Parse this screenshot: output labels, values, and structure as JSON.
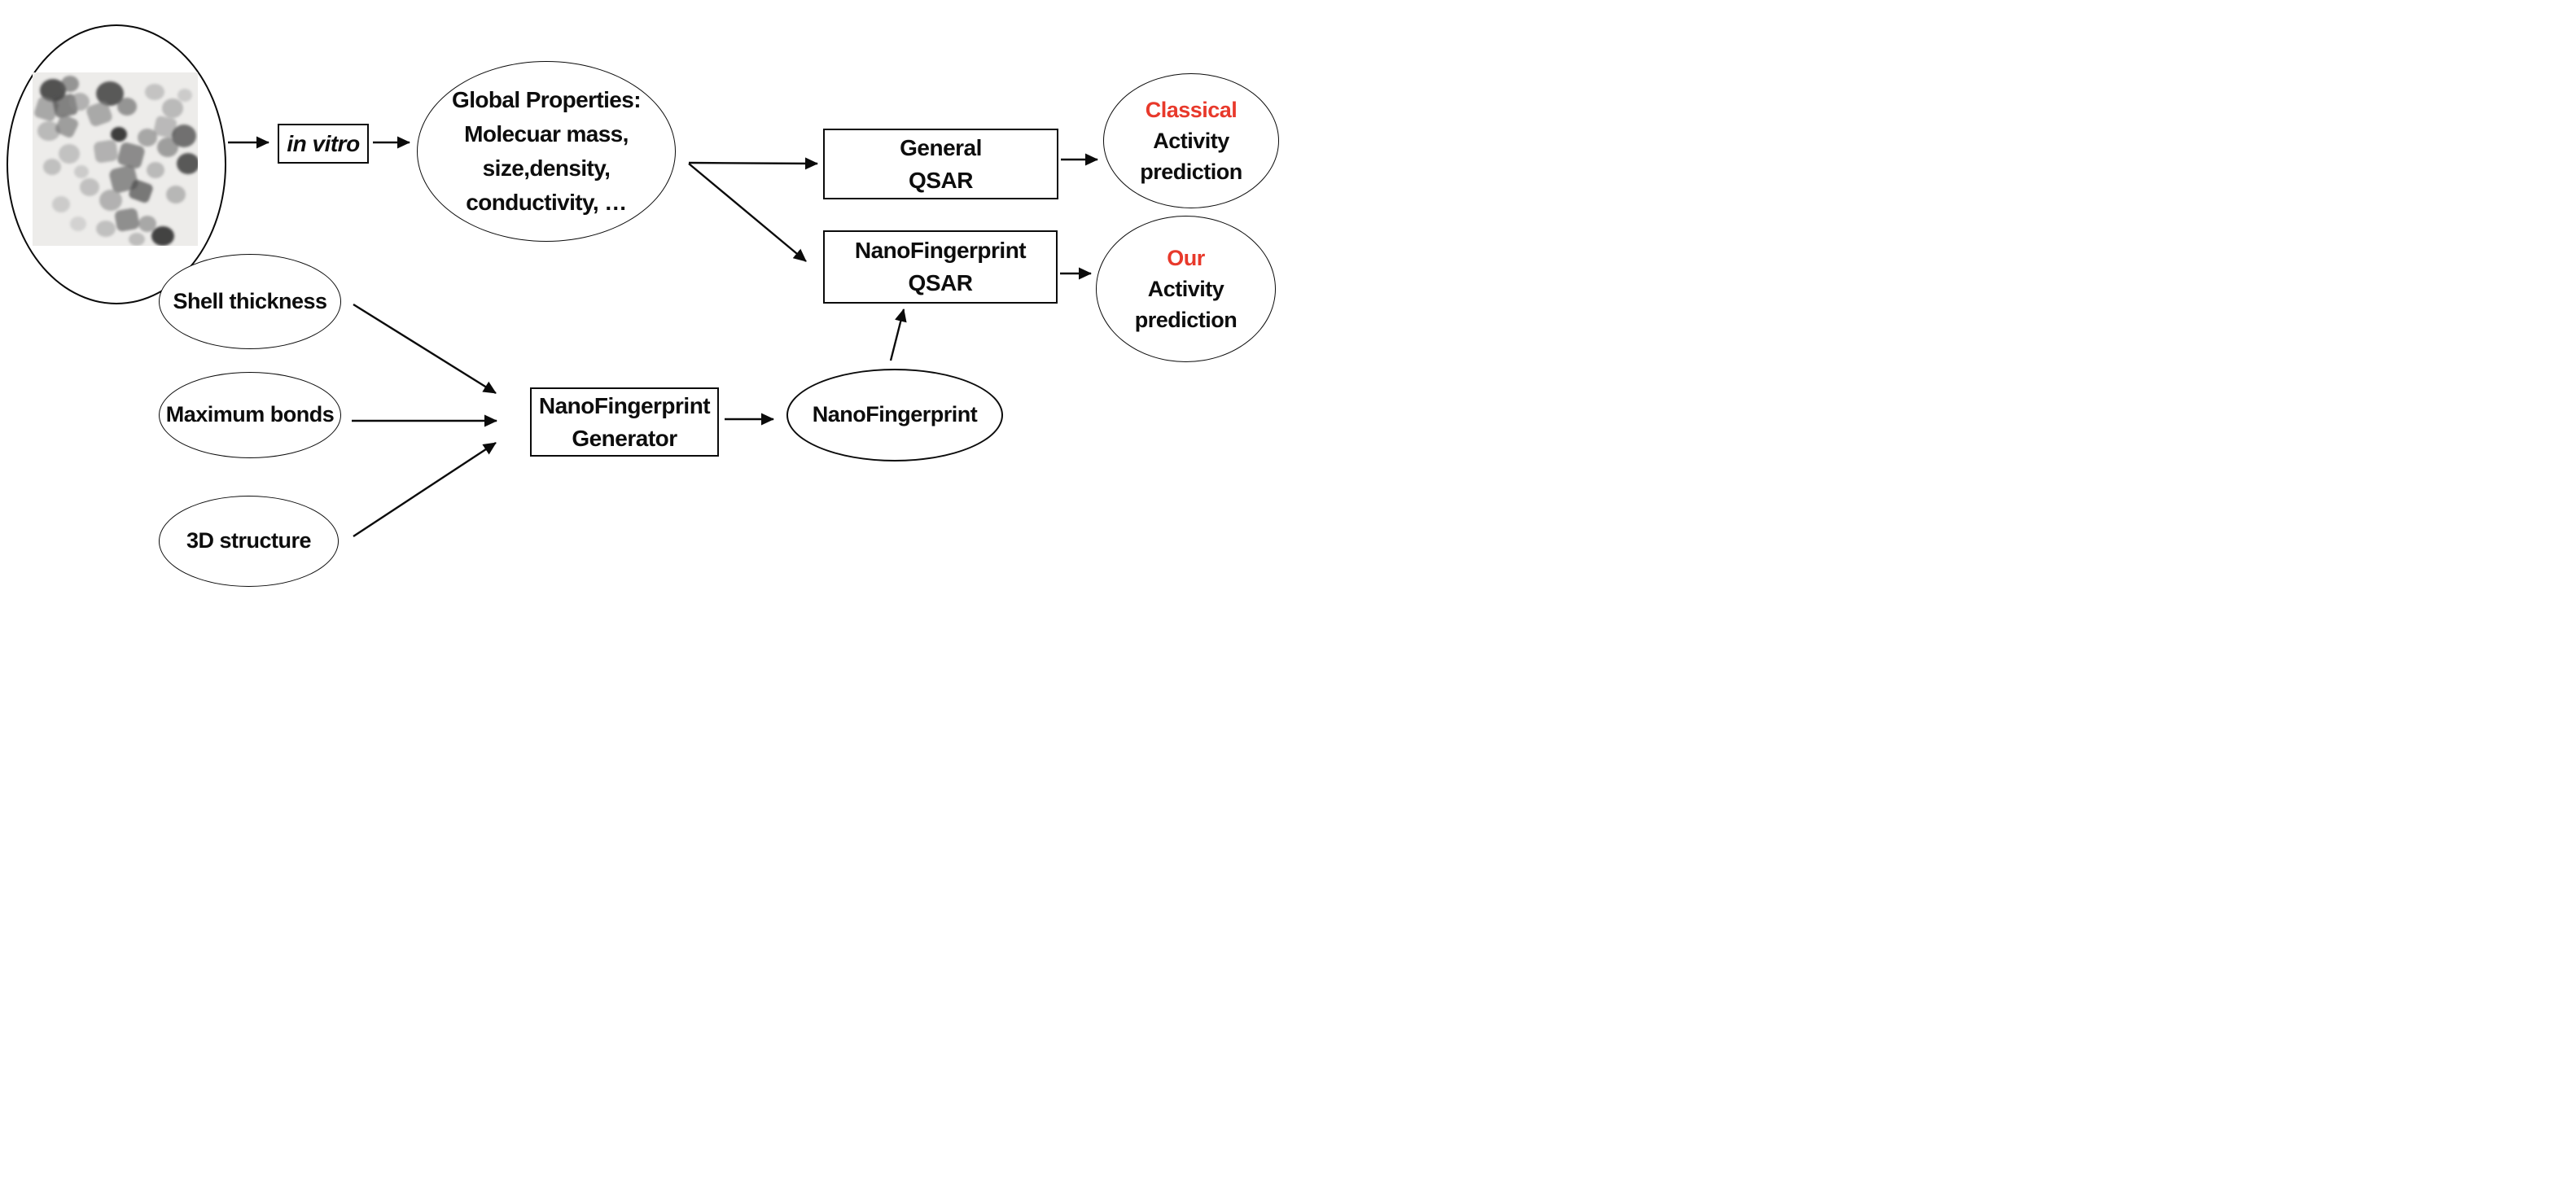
{
  "colors": {
    "highlight_red": "#E8392B",
    "stroke_black": "#0b0b0b",
    "background": "#ffffff"
  },
  "nodes": {
    "in_vitro": {
      "label": "in vitro"
    },
    "global_properties": {
      "line1": "Global Properties:",
      "line2": "Molecuar mass,",
      "line3": "size,density,",
      "line4": "conductivity, …"
    },
    "shell_thickness": {
      "label": "Shell thickness"
    },
    "maximum_bonds": {
      "label": "Maximum bonds"
    },
    "three_d_structure": {
      "label": "3D structure"
    },
    "nanofingerprint_generator": {
      "line1": "NanoFingerprint",
      "line2": "Generator"
    },
    "nanofingerprint": {
      "label": "NanoFingerprint"
    },
    "general_qsar": {
      "line1": "General",
      "line2": "QSAR"
    },
    "nanofingerprint_qsar": {
      "line1": "NanoFingerprint",
      "line2": "QSAR"
    },
    "classical_prediction": {
      "highlight": "Classical",
      "line2": "Activity",
      "line3": "prediction"
    },
    "our_prediction": {
      "highlight": "Our",
      "line2": "Activity",
      "line3": "prediction"
    }
  }
}
